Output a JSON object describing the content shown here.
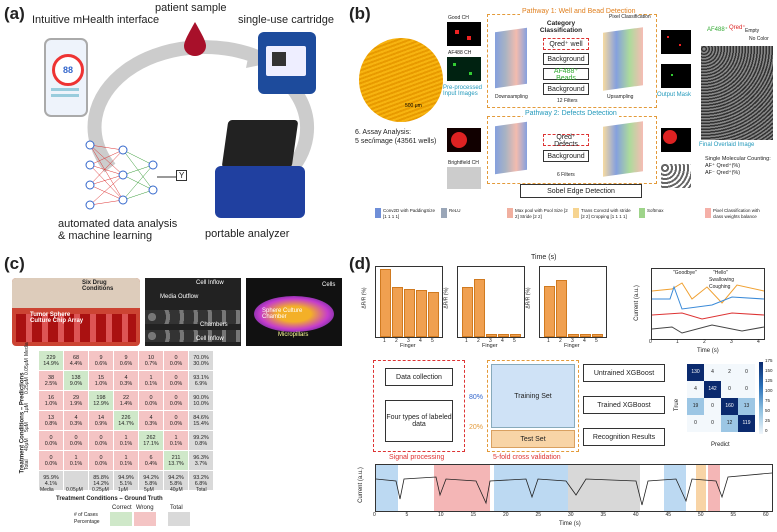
{
  "panel_a": {
    "label": "(a)",
    "mhealth": "Intuitive mHealth interface",
    "sample": "patient sample",
    "cartridge": "single-use cartridge",
    "analysis": "automated data analysis\n& machine learning",
    "analyzer": "portable analyzer",
    "phone_value": "88",
    "y_label": "Y"
  },
  "panel_b": {
    "label": "(b)",
    "pathway1": "Pathway 1: Well and Bead Detection",
    "pathway2": "Pathway 2: Defects Detection",
    "category": "Category Classification",
    "good_ch": "Good CH",
    "af488_ch": "AF488 CH",
    "brightfield_ch": "Brightfield CH",
    "qred_well": "Qred⁺ well",
    "background1": "Background",
    "af488_beads": "AF488⁺ Beads",
    "background2": "Background",
    "qred_defects": "Qred⁺ Defects",
    "background3": "Background",
    "filters12": "12 Filters",
    "filters6": "6 Filters",
    "downsampling": "Downsampling",
    "upsampling": "Upsampling",
    "pixel_class": "Pixel Classification",
    "preprocessed": "Pre-processed Input Images",
    "output_mask": "Output Mask",
    "sobel": "Sobel Edge Detection",
    "assay": "6. Assay Analysis:\n5 sec/image (43561 wells)",
    "scale": "500 μm",
    "af488_pos": "AF488⁺",
    "qred_pos": "Qred⁺",
    "empty": "Empty",
    "no_color": "No Color",
    "final_overlaid": "Final Overlaid Image",
    "single_mol": "Single Molecular Counting:\nAF⁺ Qred⁺(%)\nAF⁻ Qred⁺(%)",
    "legend": [
      {
        "name": "Conv2D with PaddingSize [1 1 1 1]",
        "color": "#6f8fd8"
      },
      {
        "name": "ReLU",
        "color": "#9aa6b8"
      },
      {
        "name": "Max pool with Pool Size [2 2] Stride [2 2]",
        "color": "#f1b0a0"
      },
      {
        "name": "Trans Conv2d with stride [2 2] Cropping [1 1 1 1]",
        "color": "#f6d490"
      },
      {
        "name": "Softmax",
        "color": "#9ed48a"
      },
      {
        "name": "Pixel Classification with class weights balance",
        "color": "#f5b0a8"
      }
    ]
  },
  "panel_c": {
    "label": "(c)",
    "six_drug": "Six Drug Conditions",
    "tumor_sphere": "Tumor Sphere Culture Chip Array",
    "cell_inflow_top": "Cell Inflow",
    "media_outflow": "Media Outflow",
    "chambers": "Chambers",
    "cell_inflow_bottom": "Cell Inflow",
    "cells": "Cells",
    "sphere_chamber": "Sphere Culture Chamber",
    "micropillars": "Micropillars",
    "ylabel": "Treatment Conditions – Predictions",
    "xlabel": "Treatment Conditions – Ground Truth",
    "row_labels": [
      "Media",
      "0.05μM",
      "0.25μM",
      "1μM",
      "5μM",
      "40μM",
      "Total"
    ],
    "col_labels": [
      "Media",
      "0.05μM",
      "0.25μM",
      "1μM",
      "5μM",
      "40μM",
      "Total"
    ],
    "matrix": [
      [
        "229\n14.9%",
        "68\n4.4%",
        "9\n0.6%",
        "9\n0.6%",
        "10\n0.7%",
        "0\n0.0%",
        "70.0%\n30.0%"
      ],
      [
        "38\n2.5%",
        "138\n9.0%",
        "15\n1.0%",
        "4\n0.3%",
        "1\n0.1%",
        "0\n0.0%",
        "93.1%\n6.9%"
      ],
      [
        "16\n1.0%",
        "29\n1.9%",
        "198\n12.9%",
        "22\n1.4%",
        "0\n0.0%",
        "0\n0.0%",
        "90.0%\n10.0%"
      ],
      [
        "13\n0.8%",
        "4\n0.3%",
        "14\n0.9%",
        "226\n14.7%",
        "4\n0.3%",
        "0\n0.0%",
        "84.6%\n15.4%"
      ],
      [
        "0\n0.0%",
        "0\n0.0%",
        "0\n0.0%",
        "1\n0.1%",
        "262\n17.1%",
        "1\n0.1%",
        "99.2%\n0.8%"
      ],
      [
        "0\n0.0%",
        "1\n0.1%",
        "0\n0.0%",
        "1\n0.1%",
        "6\n0.4%",
        "211\n13.7%",
        "96.3%\n3.7%"
      ],
      [
        "95.9%\n4.1%",
        "",
        "85.8%\n14.2%",
        "94.9%\n5.1%",
        "94.2%\n5.8%",
        "94.2%\n5.8%",
        "93.2%\n6.8%"
      ]
    ],
    "key_correct": "Correct",
    "key_wrong": "Wrong",
    "key_total": "Total",
    "key_cases": "# of Cases",
    "key_percentage": "Percentage"
  },
  "panel_d": {
    "label": "(d)",
    "time_s": "Time (s)",
    "finger": "Finger",
    "drr": "ΔR/R (%)",
    "current": "Current (a.u.)",
    "goodbye": "\"Goodbye\"",
    "hello": "\"Hello\"",
    "swallowing": "Swallowing",
    "coughing": "Coughing",
    "data_collection": "Data collection",
    "four_types": "Four types of labeled data",
    "signal_processing": "Signal processing",
    "training_set": "Training Set",
    "test_set": "Test Set",
    "cv": "5-fold cross validation",
    "untrained": "Untrained XGBoost",
    "trained": "Trained XGBoost",
    "recognition": "Recognition Results",
    "pct80": "80%",
    "pct20": "20%",
    "true_label": "True",
    "predict_label": "Predict",
    "cm_values": [
      [
        130,
        4,
        2,
        0
      ],
      [
        4,
        142,
        0,
        0
      ],
      [
        19,
        0,
        160,
        13
      ],
      [
        0,
        0,
        12,
        119
      ]
    ],
    "colorbar": [
      "175",
      "150",
      "125",
      "100",
      "75",
      "50",
      "25",
      "0"
    ],
    "finger_ticks": [
      "1",
      "2",
      "3",
      "4",
      "5"
    ],
    "time_ticks_small": [
      "0",
      "1",
      "2",
      "3",
      "4"
    ],
    "time_ticks_long": [
      "0",
      "5",
      "10",
      "15",
      "20",
      "25",
      "30",
      "35",
      "40",
      "45",
      "50",
      "55",
      "60"
    ]
  }
}
